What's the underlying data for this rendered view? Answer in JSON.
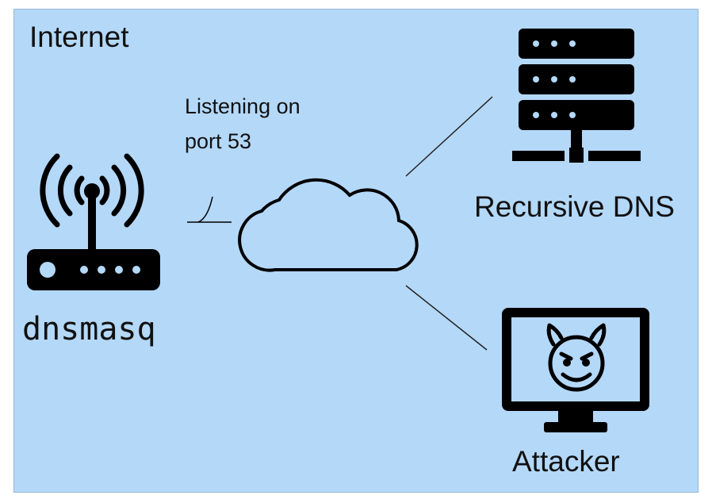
{
  "diagram": {
    "region_label": "Internet",
    "nodes": {
      "router": {
        "label": "dnsmasq",
        "icon": "wireless-router-icon"
      },
      "cloud": {
        "icon": "cloud-icon"
      },
      "dns": {
        "label": "Recursive DNS",
        "icon": "server-rack-icon"
      },
      "attacker": {
        "label": "Attacker",
        "icon": "devil-monitor-icon"
      }
    },
    "annotation": "Listening on port 53",
    "colors": {
      "background": "#b4d8f8",
      "foreground": "#000000"
    }
  }
}
